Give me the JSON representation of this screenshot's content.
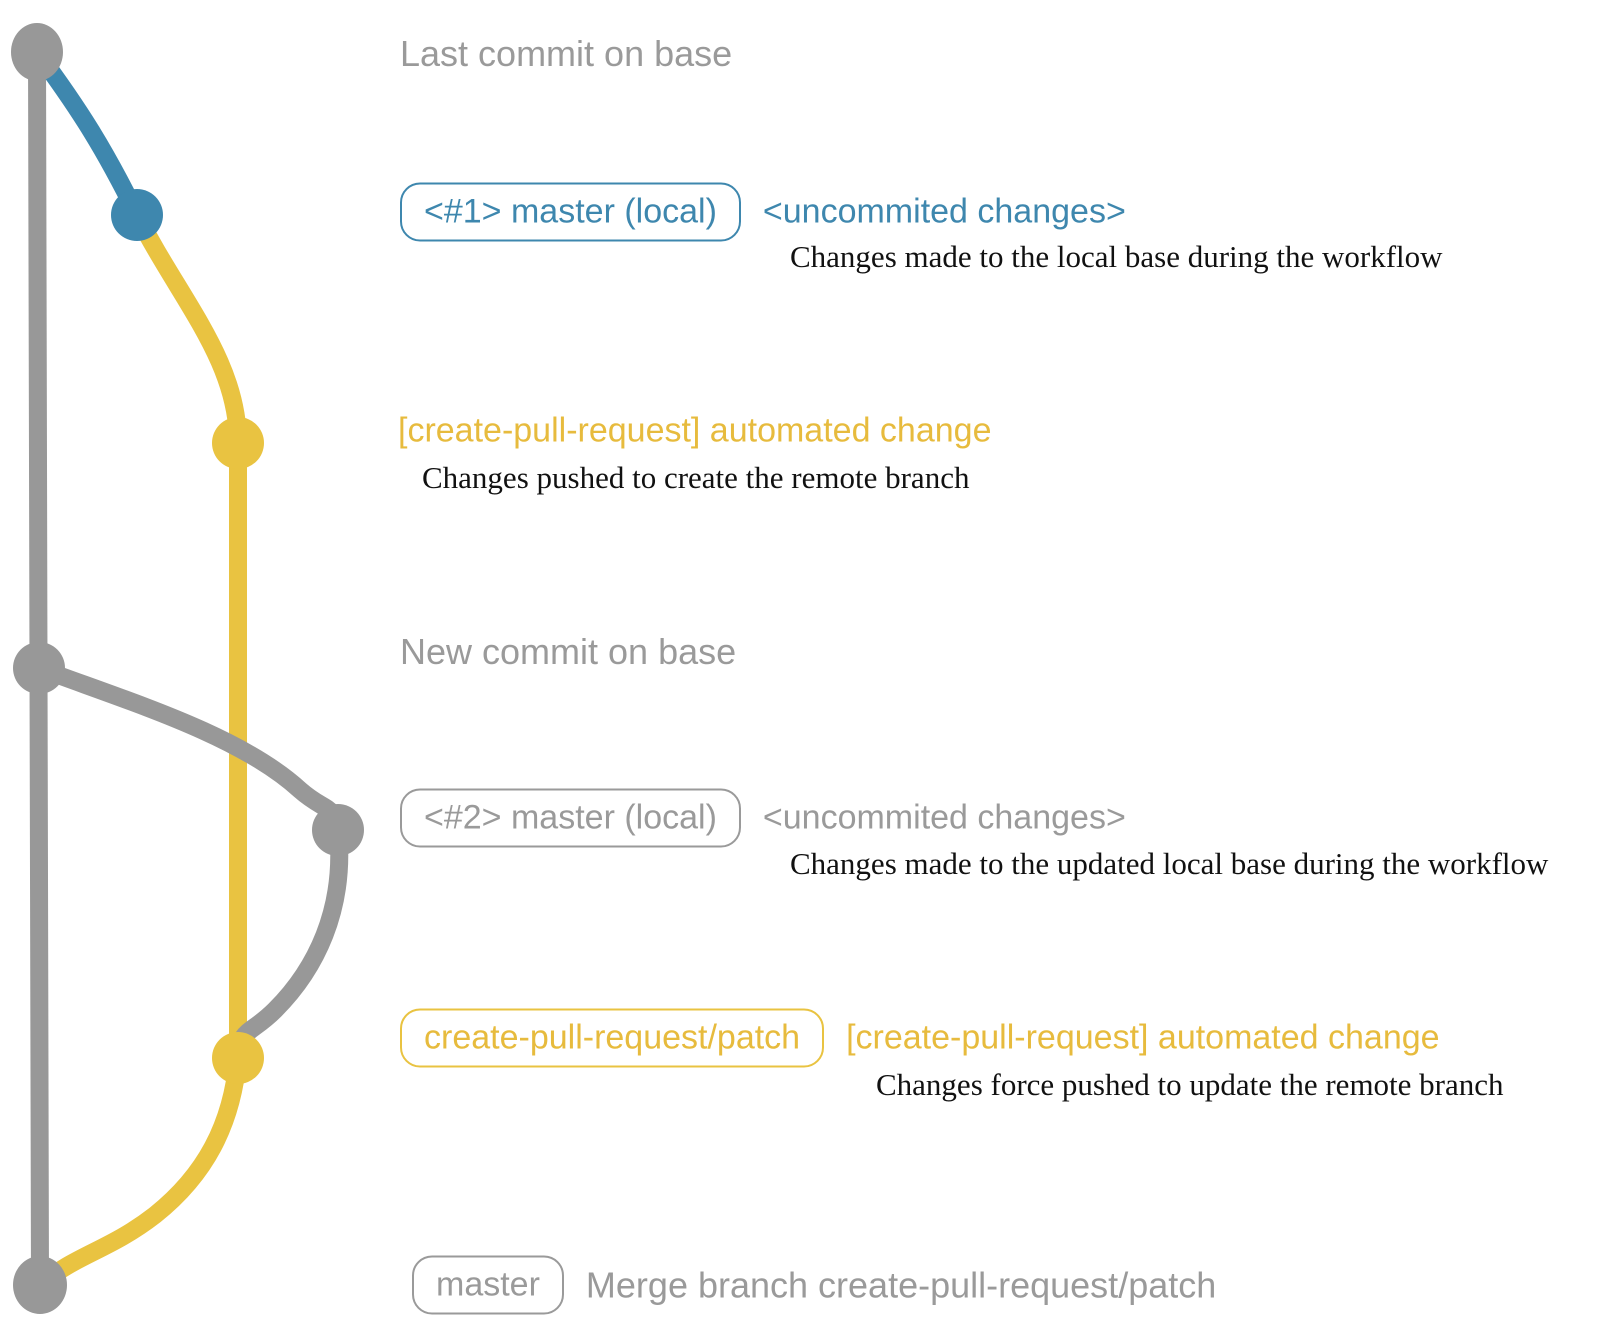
{
  "colors": {
    "gray": "#989898",
    "gray_text": "#9a9a9a",
    "blue": "#3e87ae",
    "yellow": "#e9c341",
    "yellow_text": "#e7bb3d",
    "description_text": "#111111"
  },
  "rows": {
    "last_commit": {
      "label": "Last commit on base"
    },
    "local1": {
      "badge": "<#1> master (local)",
      "annotation": "<uncommited changes>",
      "description": "Changes made to the local base during the workflow"
    },
    "push1": {
      "annotation": "[create-pull-request] automated change",
      "description": "Changes pushed to create the remote branch"
    },
    "new_commit": {
      "label": "New commit on base"
    },
    "local2": {
      "badge": "<#2> master (local)",
      "annotation": "<uncommited changes>",
      "description": "Changes made to the updated local base during the workflow"
    },
    "push2": {
      "badge": "create-pull-request/patch",
      "annotation": "[create-pull-request] automated change",
      "description": "Changes force pushed to update the remote branch"
    },
    "merge": {
      "badge": "master",
      "label": "Merge branch create-pull-request/patch"
    }
  },
  "graph": {
    "branches": [
      "base (gray)",
      "local master (blue)",
      "create-pull-request/patch (yellow)"
    ],
    "commits": [
      "last-commit-on-base",
      "uncommited-changes-1",
      "automated-change-1",
      "new-commit-on-base",
      "uncommited-changes-2",
      "automated-change-2",
      "merge-commit"
    ]
  }
}
